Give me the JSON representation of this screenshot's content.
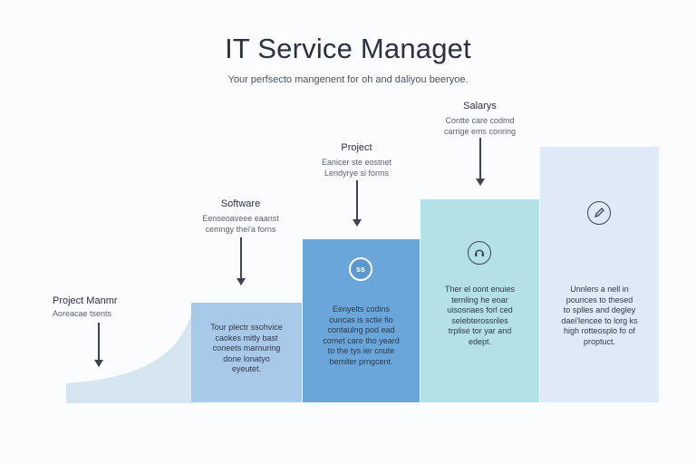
{
  "header": {
    "title": "IT Service Managet",
    "subtitle": "Your perfsecto mangenent for oh and daliyou beeryoe."
  },
  "callouts": [
    {
      "label": "Project Manmr",
      "desc": "Aoreacae tsents"
    },
    {
      "label": "Software",
      "desc": "Eenseoaveee eaanst\ncemngy thei'a forns"
    },
    {
      "label": "Project",
      "desc": "Eanicer ste eostnet\nLendyrye si forms"
    },
    {
      "label": "Salarys",
      "desc": "Contte care codmd\ncarrige ems conring"
    }
  ],
  "steps": [
    {
      "text": "Tour plectr ssohvice\ncaokes mitly bast\nconeets marnuring\ndone lonatyo\neyeutet."
    },
    {
      "icon": "ss-badge-icon",
      "badge_text": "ss",
      "text": "Eenyelts codins\ncuncas is sctie fio\ncontaulng pod ead\ncomet care tho yeard\nto the tys ier cnute\nbemiter prngcent."
    },
    {
      "icon": "headset-icon",
      "text": "Ther el oont enuies\nternling he eoar\nuisosnaes forl ced\nselebterossriles\ntrplise tor yar and\nedept."
    },
    {
      "icon": "edit-pen-icon",
      "text": "Unnlers a nell in\npounces to thesed\nto splles and degley\ndaei'lencee to lorg ks\nhigh rotteosplo fo of\nproptuct."
    }
  ],
  "colors": {
    "curve": "#d6e6f0",
    "step1": "#a9c9e8",
    "step2": "#6aa6d9",
    "step3": "#b3e1e6",
    "step4": "#dfeaf6"
  }
}
